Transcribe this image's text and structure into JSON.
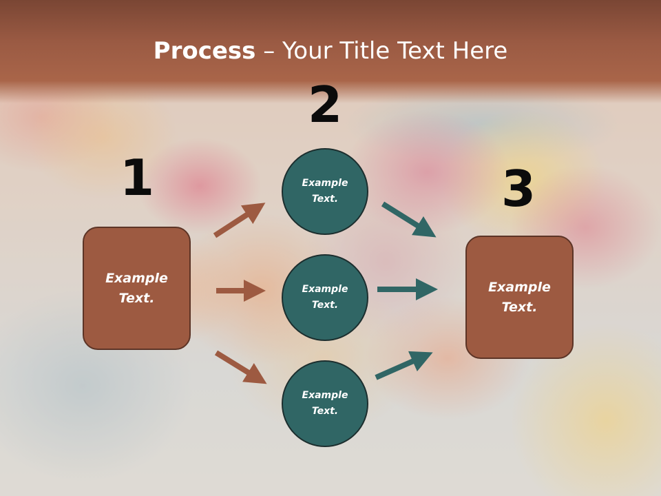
{
  "slide": {
    "title_bold": "Process",
    "title_dash": " – ",
    "title_rest": "Your Title Text Here"
  },
  "steps": {
    "one": "1",
    "two": "2",
    "three": "3"
  },
  "nodes": {
    "start": "Example\nText.",
    "middle_top": "Example\nText.",
    "middle_center": "Example\nText.",
    "middle_bottom": "Example\nText.",
    "end": "Example\nText."
  },
  "colors": {
    "header": "#9a5a43",
    "box_fill": "#9d5a41",
    "circle_fill": "#306665",
    "arrow_brown": "#9d5a41",
    "arrow_teal": "#306665",
    "number_text": "#0b0b0b"
  }
}
